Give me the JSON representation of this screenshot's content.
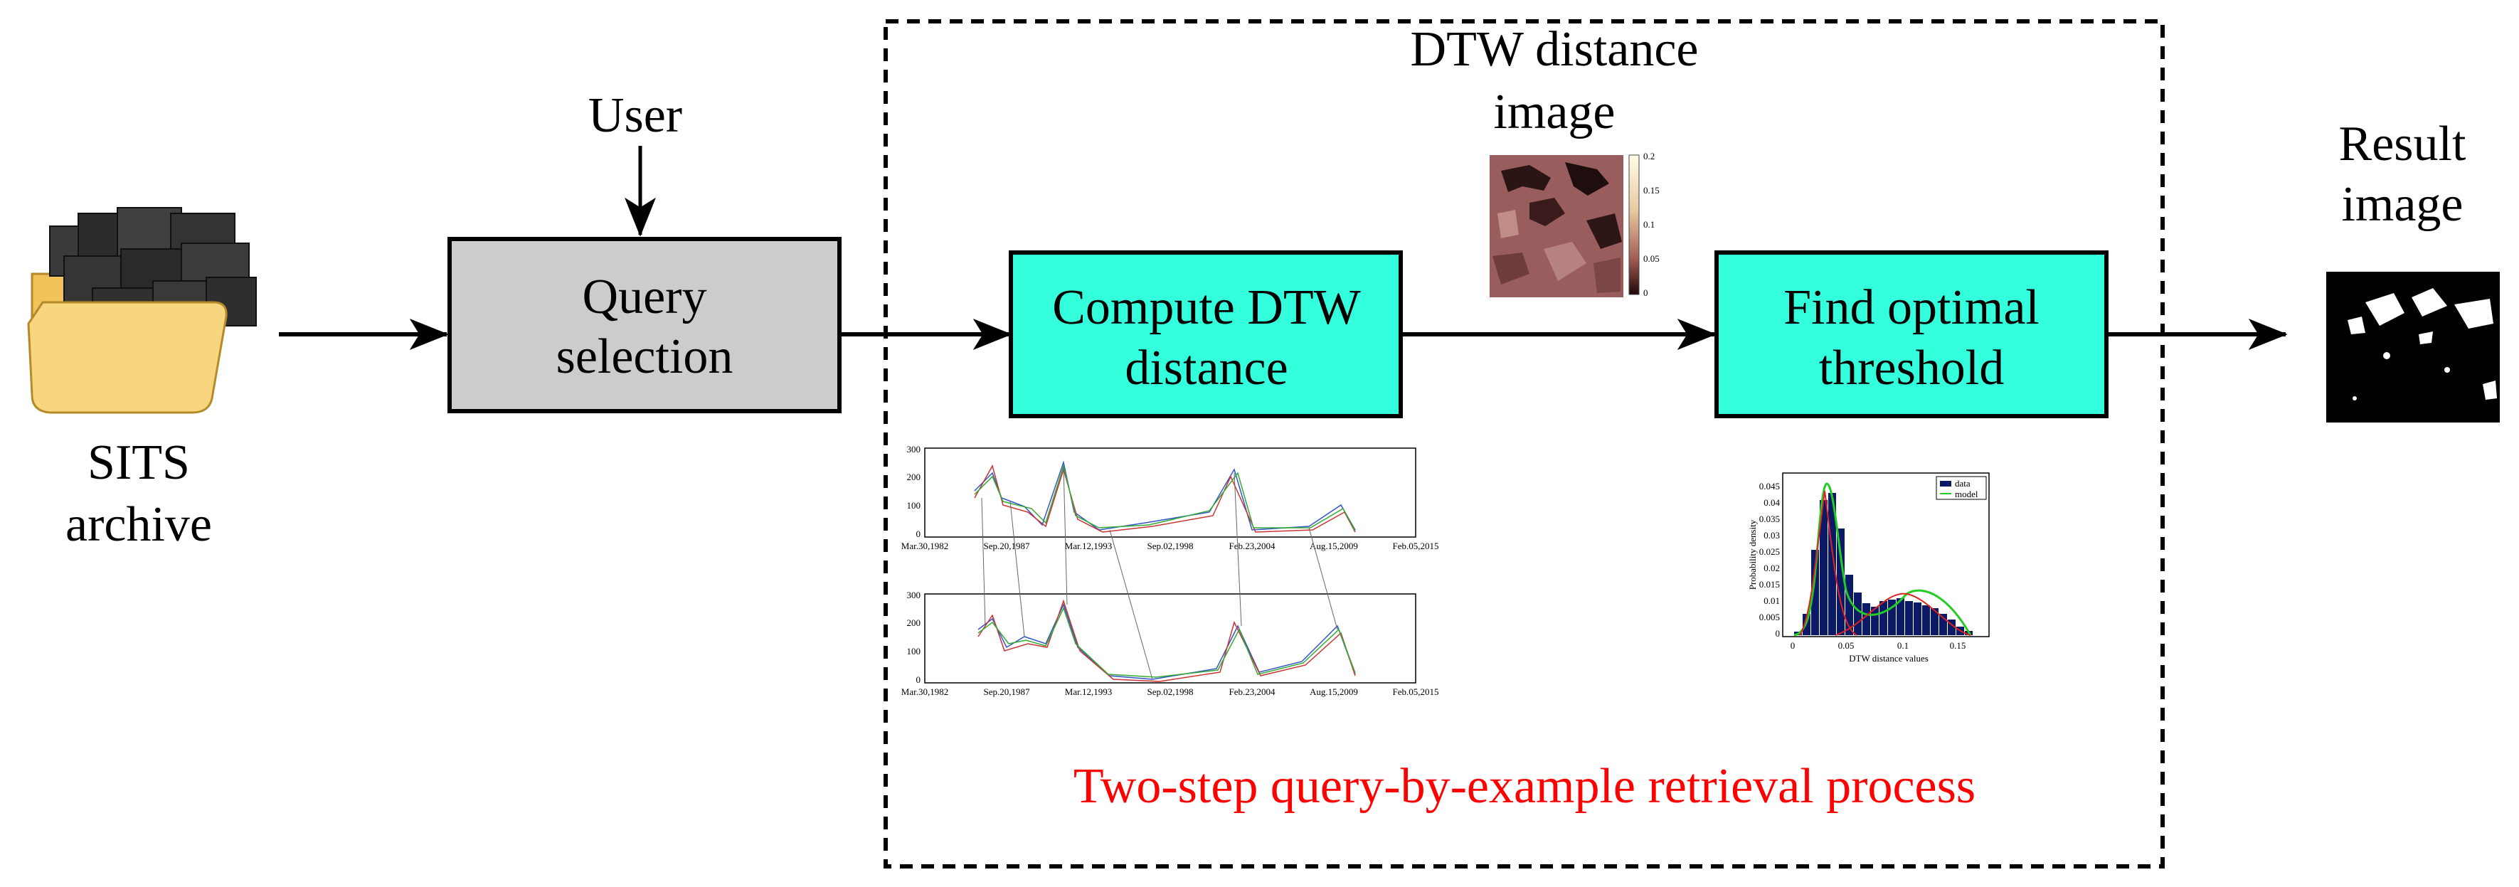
{
  "labels": {
    "sits_archive": [
      "SITS",
      "archive"
    ],
    "user": "User",
    "query_selection": [
      "Query",
      "selection"
    ],
    "compute_dtw": [
      "Compute DTW",
      "distance"
    ],
    "dtw_image": [
      "DTW distance",
      "image"
    ],
    "find_threshold": [
      "Find optimal",
      "threshold"
    ],
    "result_image": [
      "Result",
      "image"
    ],
    "process_caption": "Two-step query-by-example retrieval process"
  },
  "colors": {
    "query_box": "#cccccc",
    "process_box": "#33ffdd",
    "caption": "#ff0000",
    "dashed_border": "#000000"
  },
  "icons": {
    "archive": "folder-with-satellite-images-icon"
  },
  "inset_series_plot": {
    "ytick_labels": [
      "0",
      "100",
      "200",
      "300"
    ],
    "xtick_labels": [
      "Mar.30,1982",
      "Sep.20,1987",
      "Mar.12,1993",
      "Sep.02,1998",
      "Feb.23,2004",
      "Aug.15,2009",
      "Feb.05,2015"
    ]
  },
  "inset_colorbar": {
    "tick_labels": [
      "0.2",
      "0.15",
      "0.1",
      "0.05",
      "0"
    ]
  },
  "inset_histogram": {
    "xlabel": "DTW distance values",
    "ylabel": "Probability density",
    "xtick_labels": [
      "0",
      "0.05",
      "0.1",
      "0.15"
    ],
    "ytick_labels": [
      "0",
      "0.005",
      "0.01",
      "0.015",
      "0.02",
      "0.025",
      "0.03",
      "0.035",
      "0.04",
      "0.045"
    ],
    "legend": [
      "data",
      "model"
    ]
  }
}
